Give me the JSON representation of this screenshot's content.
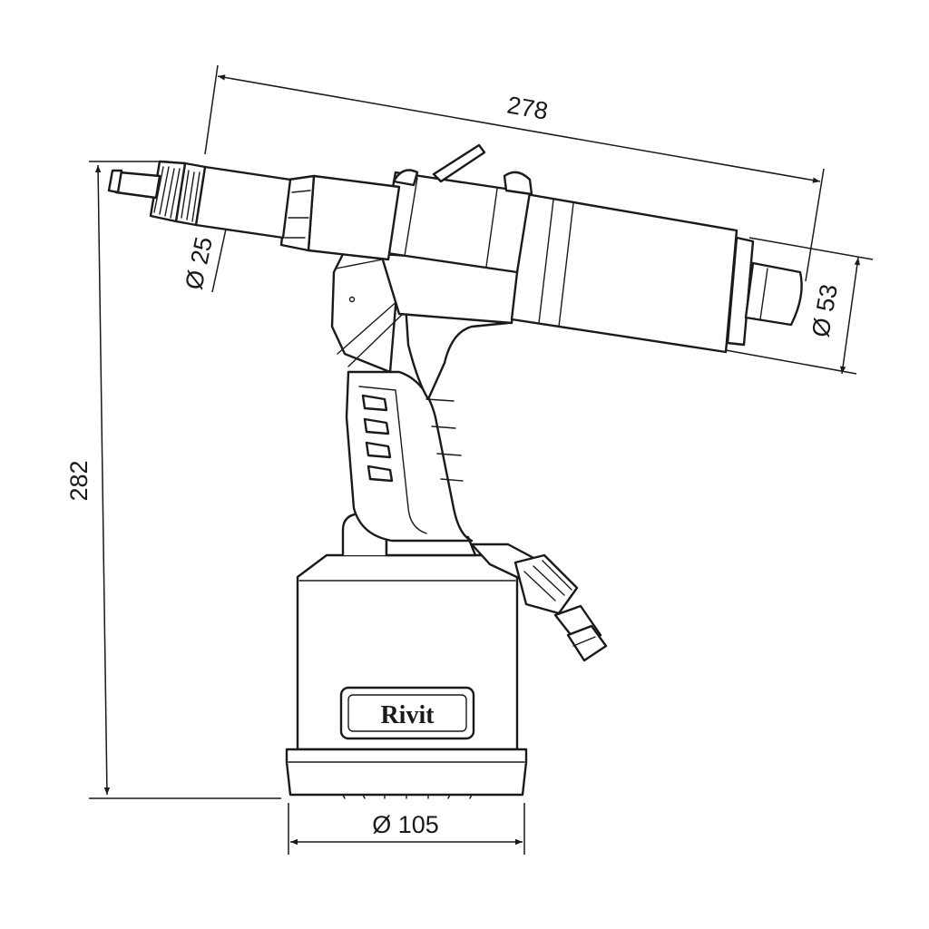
{
  "drawing": {
    "dimensions": {
      "overall_length": "278",
      "overall_height": "282",
      "nose_diameter": "Ø 25",
      "body_diameter": "Ø 53",
      "base_diameter": "Ø 105"
    },
    "brand_logo": "Rivit"
  }
}
